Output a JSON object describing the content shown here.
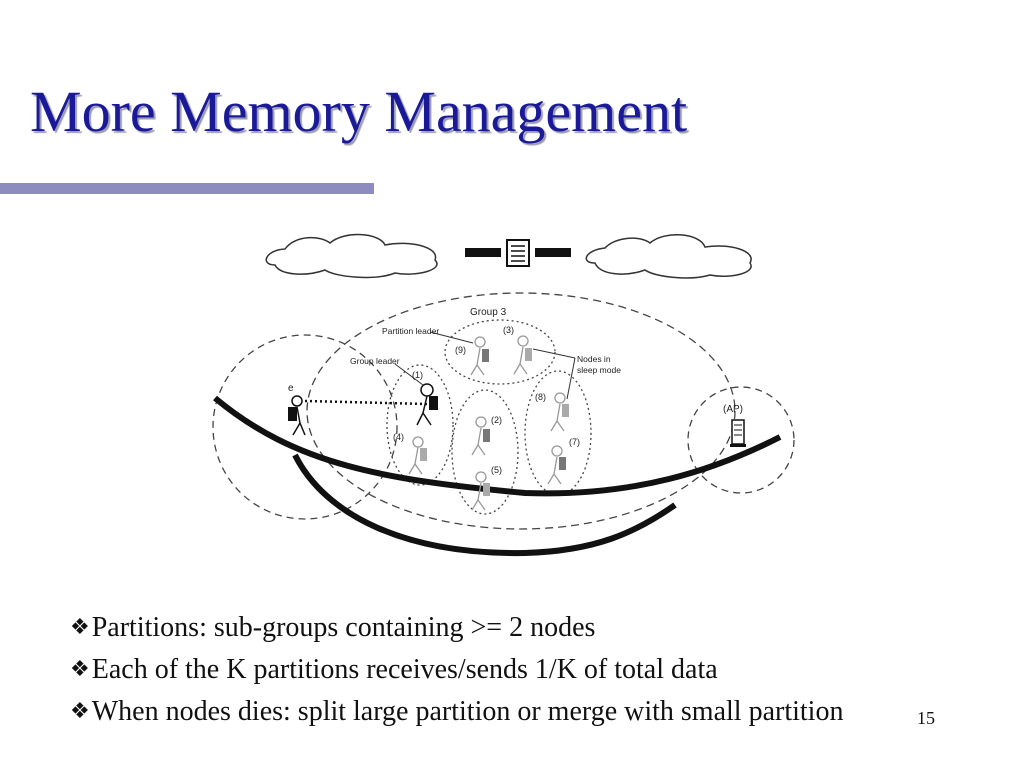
{
  "slide": {
    "title": "More Memory Management",
    "page_number": "15",
    "bullet_glyph": "❖",
    "bullets": [
      "Partitions: sub-groups containing >= 2 nodes",
      "Each of the K partitions receives/sends 1/K of total data",
      "When nodes dies: split large partition or merge with small partition"
    ]
  },
  "diagram": {
    "group_label": "Group 3",
    "partition_leader_label": "Partition leader",
    "group_leader_label": "Group leader",
    "sleep_mode_label_line1": "Nodes in",
    "sleep_mode_label_line2": "sleep mode",
    "external_node_label": "e",
    "access_point_label": "(AP)",
    "node_labels": [
      "(1)",
      "(2)",
      "(3)",
      "(4)",
      "(5)",
      "(7)",
      "(8)",
      "(9)"
    ]
  }
}
